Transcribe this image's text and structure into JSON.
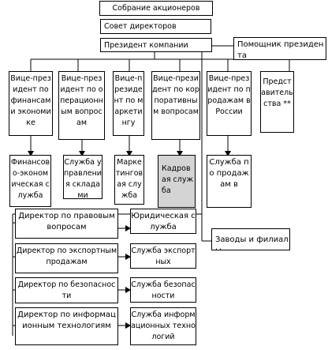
{
  "diagram": {
    "shareholders_meeting": "Собрание акционеров",
    "board_of_directors": "Совет директоров",
    "company_president": "Президент компании",
    "president_assistant": "Помощник президента",
    "vp_finance": "Вице-президент по финансам и экономике",
    "vp_operations": "Вице-президент по операционным вопросам",
    "vp_marketing": "Вице-президент по маркетингу",
    "vp_corporate": "Вице-президент по корпоративным вопросам",
    "vp_sales_russia": "Вице-президент по продажам в России",
    "representative_offices": "Представительства **",
    "finance_service": "Финансово-экономическая служба",
    "warehouse_service": "Служба управления складами",
    "marketing_service": "Маркетинговая служба",
    "hr_service": "Кадровая служба",
    "sales_service": "Служба по продажам в",
    "director_legal": "Директор по правовым вопросам",
    "legal_service": "Юридическая служба",
    "plants_branches": "Заводы и филиалы",
    "director_export": "Директор по экспортным продажам",
    "export_service": "Служба экспортных",
    "director_security": "Директор по безопасности",
    "security_service": "Служба безопасности",
    "director_it": "Директор по информационным технологиям",
    "it_service": "Служба информационных технологий"
  },
  "colors": {
    "line": "#000000",
    "box_fill": "#ffffff",
    "highlight_fill": "#d4d4d4"
  }
}
